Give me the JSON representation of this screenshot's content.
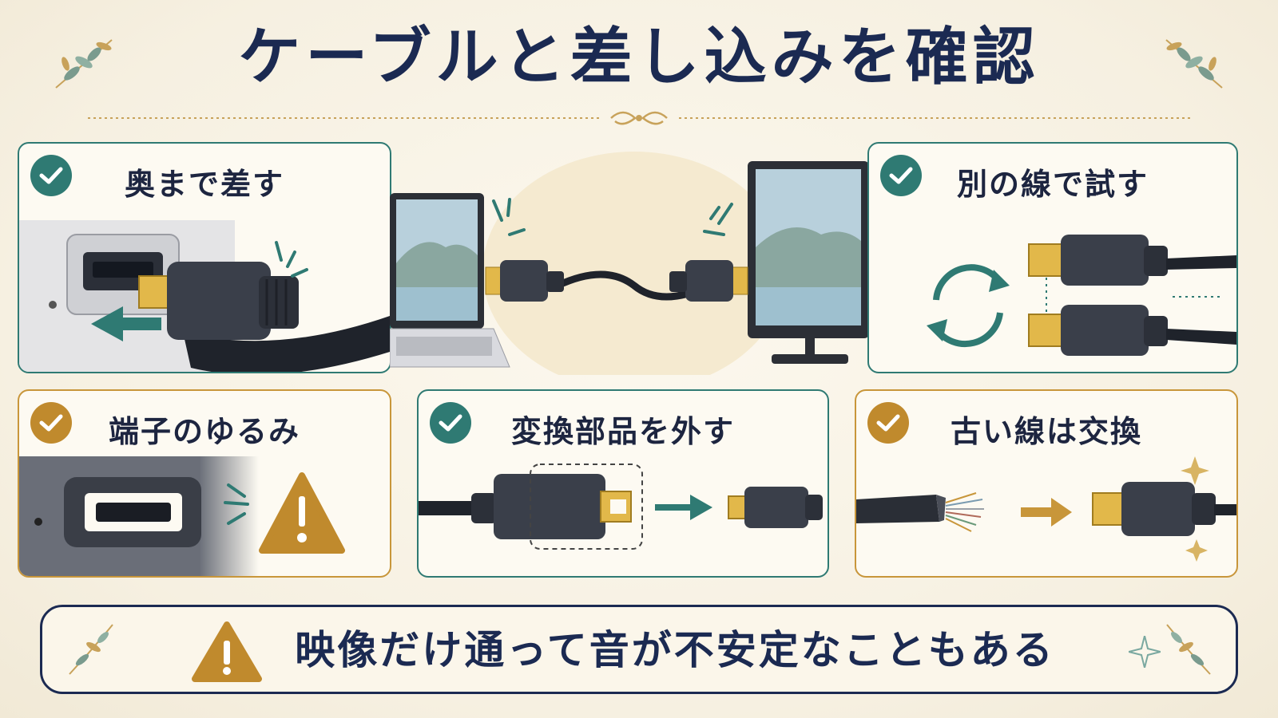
{
  "title": "ケーブルと差し込みを確認",
  "cards": [
    {
      "label": "奥まで差す",
      "theme": "teal"
    },
    {
      "label": "別の線で試す",
      "theme": "teal"
    },
    {
      "label": "端子のゆるみ",
      "theme": "gold"
    },
    {
      "label": "変換部品を外す",
      "theme": "teal"
    },
    {
      "label": "古い線は交換",
      "theme": "gold"
    }
  ],
  "banner": {
    "text": "映像だけ通って音が不安定なこともある"
  },
  "icons": [
    "check-icon",
    "warning-icon",
    "arrow-icon",
    "refresh-icon",
    "sparkle-icon",
    "leaf-sprig-icon"
  ],
  "colors": {
    "navy": "#1b2a52",
    "teal": "#2f7a73",
    "gold": "#c8963a",
    "background": "#f8f3e7"
  }
}
